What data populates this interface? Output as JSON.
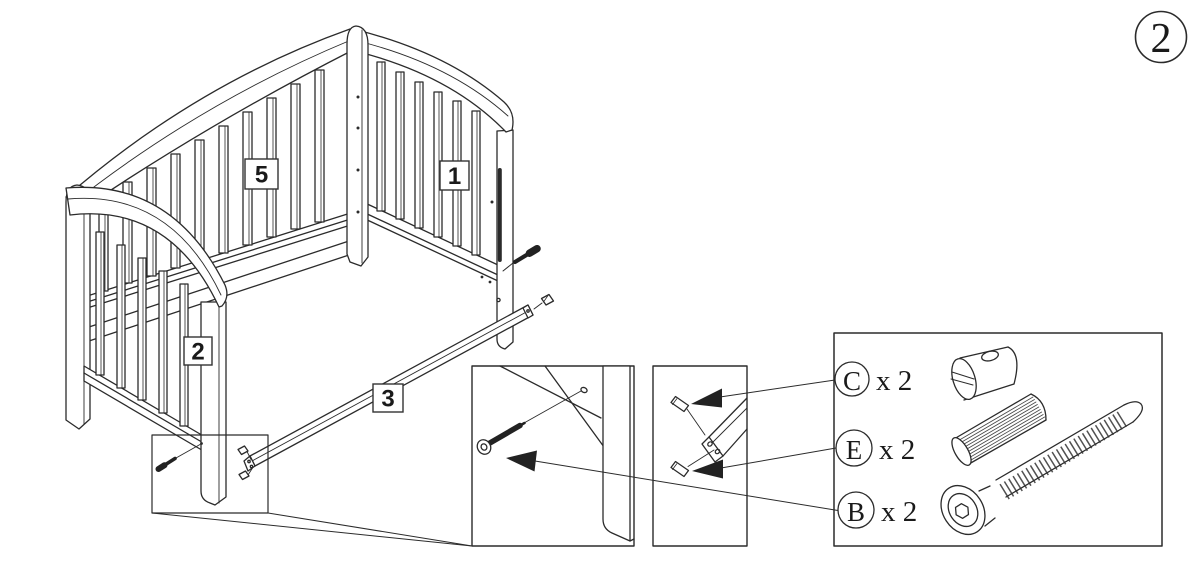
{
  "page": {
    "title": "Crib assembly instruction diagram",
    "background": "#ffffff",
    "line_color": "#2b2b2b"
  },
  "step_badge": {
    "number": "2"
  },
  "diagram": {
    "labels": [
      {
        "text": "5"
      },
      {
        "text": "1"
      },
      {
        "text": "2"
      },
      {
        "text": "3"
      }
    ]
  },
  "legend": {
    "items": [
      {
        "letter": "C",
        "quantity": "x 2",
        "hardware_icon": "barrel-nut-icon"
      },
      {
        "letter": "E",
        "quantity": "x 2",
        "hardware_icon": "wood-dowel-icon"
      },
      {
        "letter": "B",
        "quantity": "x 2",
        "hardware_icon": "hex-bolt-icon"
      }
    ]
  }
}
